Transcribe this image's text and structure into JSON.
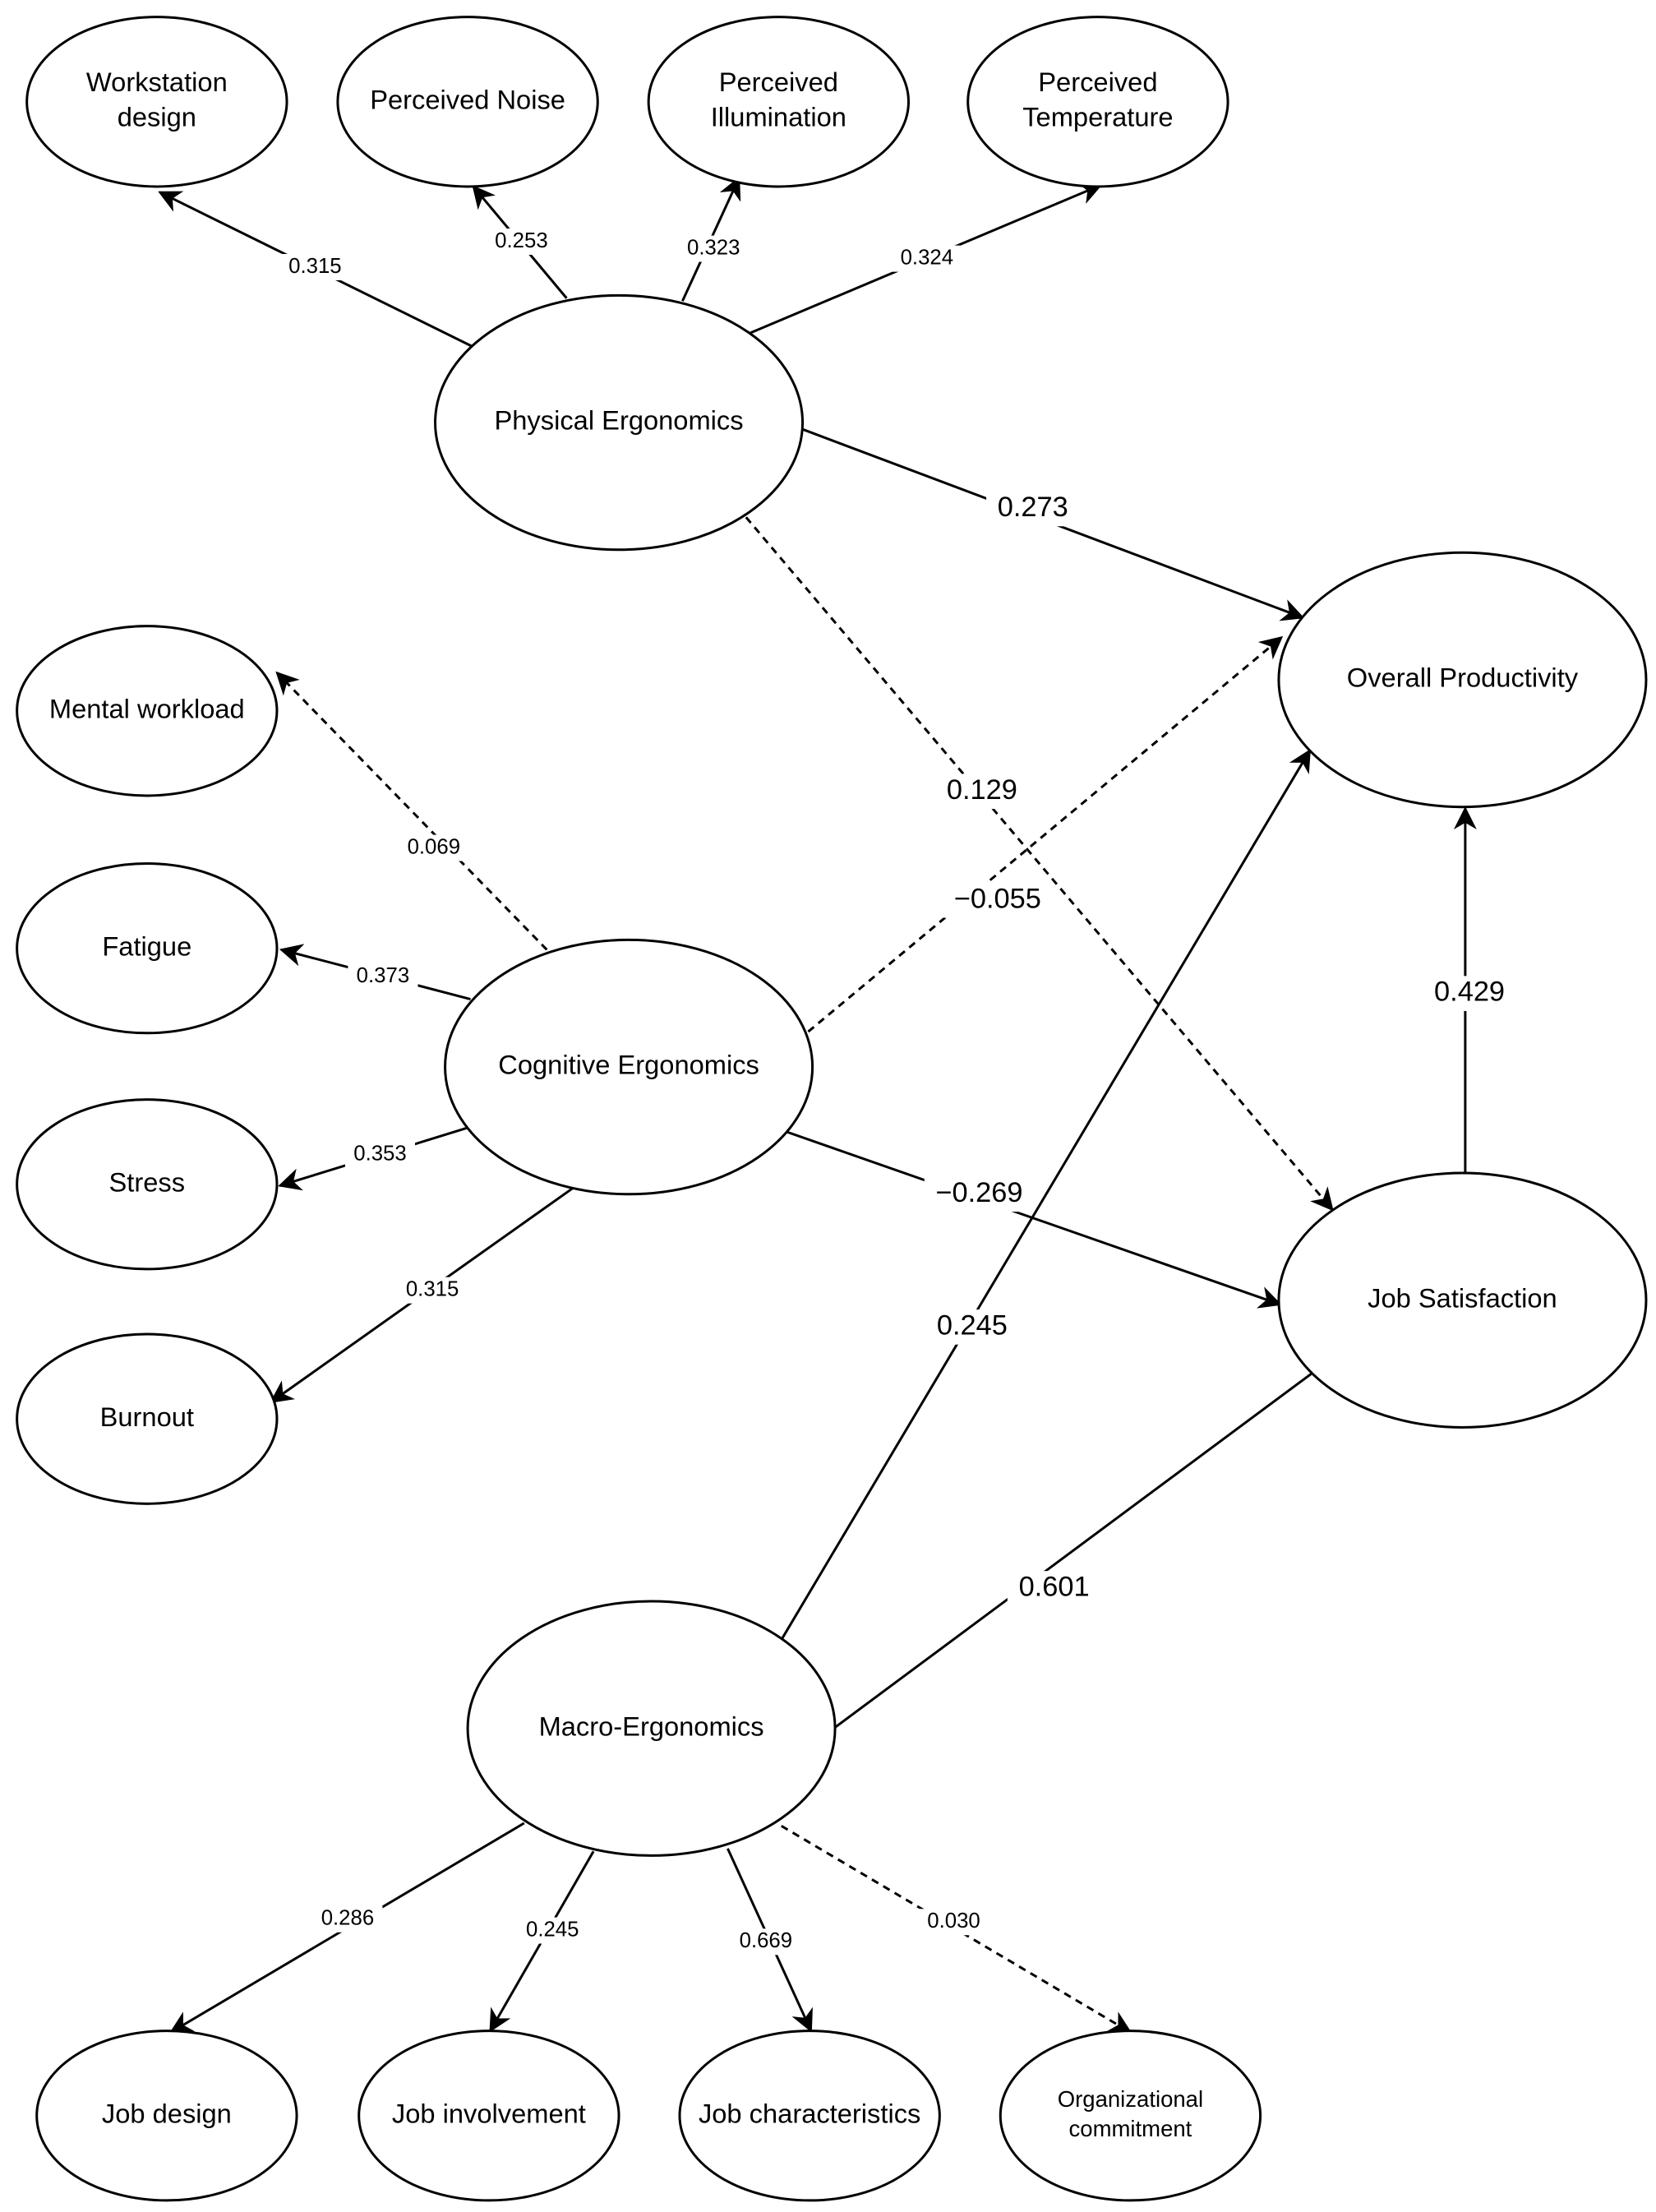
{
  "diagram": {
    "nodes": [
      {
        "id": "ws",
        "lines": [
          "Workstation",
          "design"
        ]
      },
      {
        "id": "pn",
        "lines": [
          "Perceived Noise"
        ]
      },
      {
        "id": "pi",
        "lines": [
          "Perceived",
          "Illumination"
        ]
      },
      {
        "id": "pt",
        "lines": [
          "Perceived",
          "Temperature"
        ]
      },
      {
        "id": "pe",
        "lines": [
          "Physical Ergonomics"
        ]
      },
      {
        "id": "op",
        "lines": [
          "Overall Productivity"
        ]
      },
      {
        "id": "mw",
        "lines": [
          "Mental workload"
        ]
      },
      {
        "id": "fa",
        "lines": [
          "Fatigue"
        ]
      },
      {
        "id": "ce",
        "lines": [
          "Cognitive Ergonomics"
        ]
      },
      {
        "id": "st",
        "lines": [
          "Stress"
        ]
      },
      {
        "id": "js",
        "lines": [
          "Job Satisfaction"
        ]
      },
      {
        "id": "bu",
        "lines": [
          "Burnout"
        ]
      },
      {
        "id": "me",
        "lines": [
          "Macro-Ergonomics"
        ]
      },
      {
        "id": "jd",
        "lines": [
          "Job design"
        ]
      },
      {
        "id": "ji",
        "lines": [
          "Job involvement"
        ]
      },
      {
        "id": "jc",
        "lines": [
          "Job characteristics"
        ]
      },
      {
        "id": "oc",
        "lines": [
          "Organizational",
          "commitment"
        ]
      }
    ],
    "edges": [
      {
        "from": "pe",
        "to": "ws",
        "label": "0.315",
        "style": "solid"
      },
      {
        "from": "pe",
        "to": "pn",
        "label": "0.253",
        "style": "solid"
      },
      {
        "from": "pe",
        "to": "pi",
        "label": "0.323",
        "style": "solid"
      },
      {
        "from": "pe",
        "to": "pt",
        "label": "0.324",
        "style": "solid"
      },
      {
        "from": "pe",
        "to": "op",
        "label": "0.273",
        "style": "solid"
      },
      {
        "from": "pe",
        "to": "js",
        "label": "0.129",
        "style": "dashed"
      },
      {
        "from": "ce",
        "to": "mw",
        "label": "0.069",
        "style": "dashed"
      },
      {
        "from": "ce",
        "to": "fa",
        "label": "0.373",
        "style": "solid"
      },
      {
        "from": "ce",
        "to": "st",
        "label": "0.353",
        "style": "solid"
      },
      {
        "from": "ce",
        "to": "bu",
        "label": "0.315",
        "style": "solid"
      },
      {
        "from": "ce",
        "to": "op",
        "label": "−0.055",
        "style": "dashed"
      },
      {
        "from": "ce",
        "to": "js",
        "label": "−0.269",
        "style": "solid"
      },
      {
        "from": "js",
        "to": "op",
        "label": "0.429",
        "style": "solid"
      },
      {
        "from": "me",
        "to": "op",
        "label": "0.245",
        "style": "solid"
      },
      {
        "from": "me",
        "to": "js",
        "label": "0.601",
        "style": "solid"
      },
      {
        "from": "me",
        "to": "jd",
        "label": "0.286",
        "style": "solid"
      },
      {
        "from": "me",
        "to": "ji",
        "label": "0.245",
        "style": "solid"
      },
      {
        "from": "me",
        "to": "jc",
        "label": "0.669",
        "style": "solid"
      },
      {
        "from": "me",
        "to": "oc",
        "label": "0.030",
        "style": "dashed"
      }
    ]
  }
}
